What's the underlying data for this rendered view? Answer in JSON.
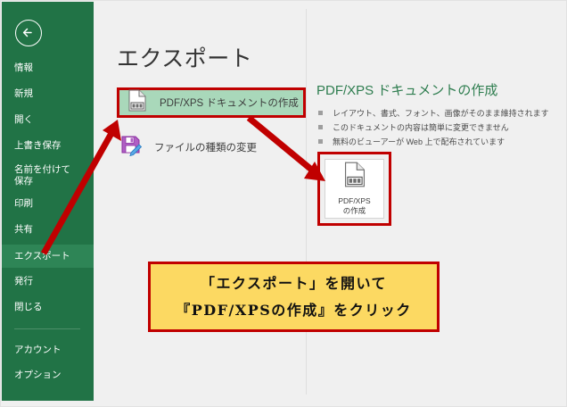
{
  "app": {
    "accent_green": "#217346",
    "highlight_green": "#2e8556",
    "annotation_red": "#c00000",
    "callout_yellow": "#fcd962"
  },
  "sidebar": {
    "back_icon": "back-arrow-icon",
    "items": [
      {
        "label": "情報",
        "active": false
      },
      {
        "label": "新規",
        "active": false
      },
      {
        "label": "開く",
        "active": false
      },
      {
        "label": "上書き保存",
        "active": false
      },
      {
        "label": "名前を付けて\n保存",
        "active": false
      },
      {
        "label": "印刷",
        "active": false
      },
      {
        "label": "共有",
        "active": false
      },
      {
        "label": "エクスポート",
        "active": true
      },
      {
        "label": "発行",
        "active": false
      },
      {
        "label": "閉じる",
        "active": false
      },
      {
        "label": "アカウント",
        "active": false
      },
      {
        "label": "オプション",
        "active": false
      }
    ]
  },
  "main": {
    "page_title": "エクスポート",
    "options": [
      {
        "label": "PDF/XPS ドキュメントの作成",
        "icon": "pdf-document-icon",
        "selected": true
      },
      {
        "label": "ファイルの種類の変更",
        "icon": "save-as-disk-icon",
        "selected": false
      }
    ]
  },
  "detail": {
    "title": "PDF/XPS ドキュメントの作成",
    "bullets": [
      "レイアウト、書式、フォント、画像がそのまま維持されます",
      "このドキュメントの内容は簡単に変更できません",
      "無料のビューアーが Web 上で配布されています"
    ],
    "create_button": {
      "icon": "pdf-document-icon",
      "label": "PDF/XPS\nの作成"
    }
  },
  "callout": {
    "line1": "「エクスポート」を開いて",
    "line2": "『PDF/XPSの作成』をクリック"
  },
  "annotations": {
    "arrow1": "red-arrow-sidebar-to-pdf-option",
    "arrow2": "red-arrow-pdf-option-to-create-button"
  }
}
